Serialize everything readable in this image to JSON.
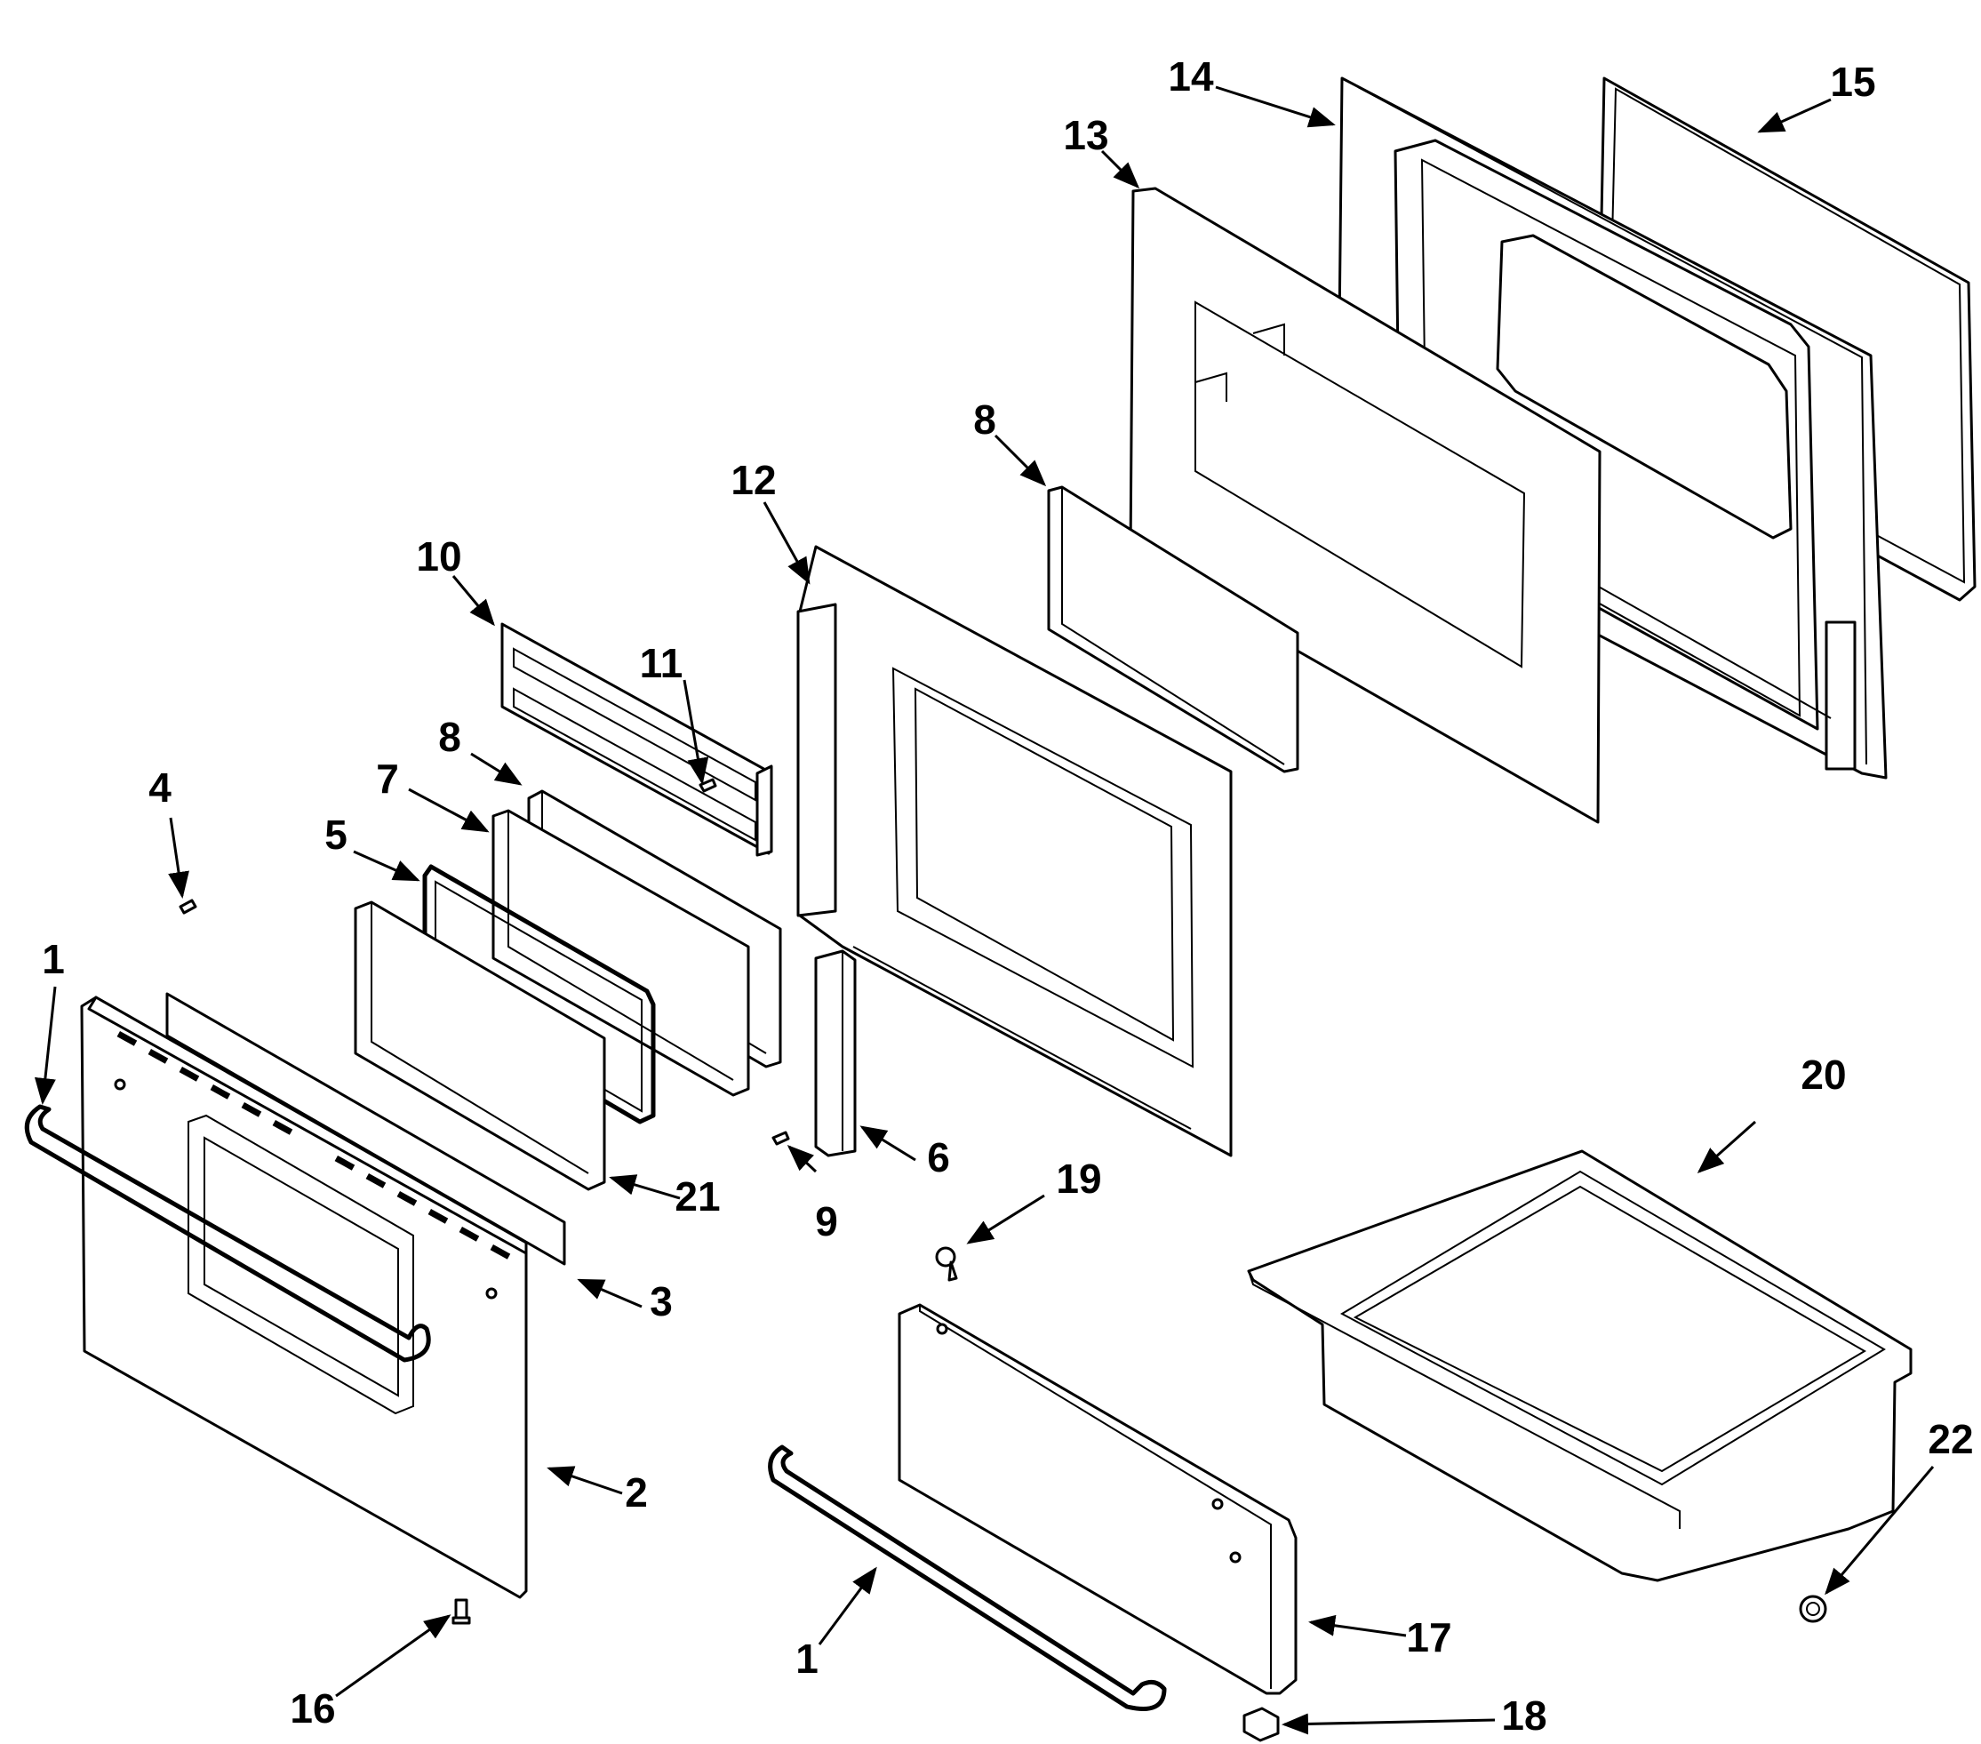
{
  "callouts": {
    "c1a": "1",
    "c1b": "1",
    "c2": "2",
    "c3": "3",
    "c4": "4",
    "c5": "5",
    "c6": "6",
    "c7": "7",
    "c8a": "8",
    "c8b": "8",
    "c9": "9",
    "c10": "10",
    "c11": "11",
    "c12": "12",
    "c13": "13",
    "c14": "14",
    "c15": "15",
    "c16": "16",
    "c17": "17",
    "c18": "18",
    "c19": "19",
    "c20": "20",
    "c21": "21",
    "c22": "22"
  },
  "colors": {
    "line": "#000000",
    "background": "#ffffff"
  }
}
